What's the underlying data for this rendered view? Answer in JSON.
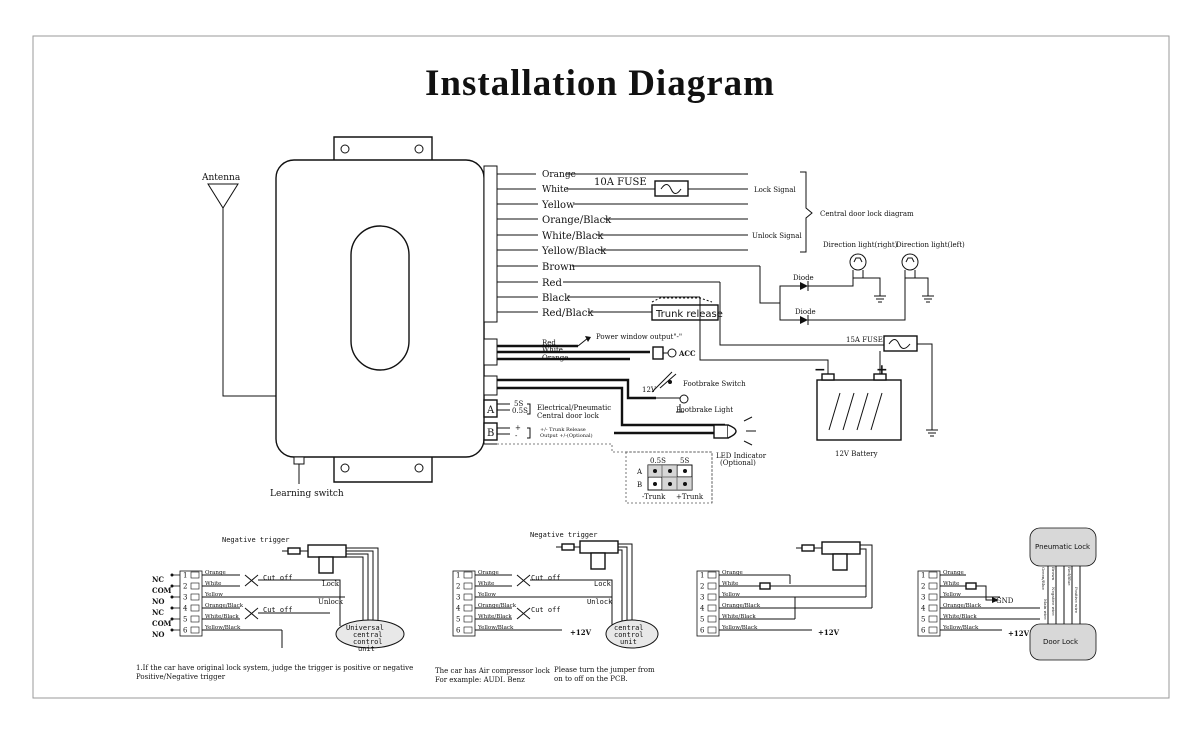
{
  "title": "Installation Diagram",
  "antenna": "Antenna",
  "learning_switch": "Learning switch",
  "wires": {
    "orange": "Orange",
    "white": "White",
    "yellow": "Yellow",
    "orange_black": "Orange/Black",
    "white_black": "White/Black",
    "yellow_black": "Yellow/Black",
    "brown": "Brown",
    "red": "Red",
    "black": "Black",
    "red_black": "Red/Black"
  },
  "fuse_10a": "10A FUSE",
  "lock_signal": "Lock Signal",
  "unlock_signal": "Unlock Signal",
  "central_door_lock_diagram": "Central door lock diagram",
  "direction_right": "Direction light(right)",
  "direction_left": "Direction light(left)",
  "diode": "Diode",
  "trunk_release": "Trunk release",
  "fuse_15a": "15A FUSE",
  "battery": "12V Battery",
  "power_window": {
    "red": "Red",
    "white": "White",
    "orange": "Orange",
    "output": "Power window output\"-\"",
    "acc": "ACC"
  },
  "footbrake_switch": "Footbrake Switch",
  "footbrake_light": "Footbrake Light",
  "v12": "12V",
  "connector_a": "A",
  "connector_b": "B",
  "a_opt1": "5S",
  "a_opt2": "0.5S",
  "a_label1": "Electrical/Pneumatic",
  "a_label2": "Central door lock",
  "b_opt1": "+",
  "b_opt2": "-",
  "b_label1": "+/- Trunk Release",
  "b_label2": "Output +/-(Optional)",
  "led_indicator": "LED Indicator",
  "led_optional": "(Optional)",
  "jumper": {
    "col1": "0.5S",
    "col2": "5S",
    "row_a": "A",
    "row_b": "B",
    "trunk_neg": "-Trunk",
    "trunk_pos": "+Trunk"
  },
  "neg_trigger": "Negative trigger",
  "nc": "NC",
  "com": "COM",
  "no": "NO",
  "pins": [
    "1",
    "2",
    "3",
    "4",
    "5",
    "6"
  ],
  "pin_wires": [
    "Orange",
    "White",
    "Yellow",
    "Orange/Black",
    "White/Black",
    "Yellow/Black"
  ],
  "cut_off": "Cut off",
  "lock": "Lock",
  "unlock": "Unlock",
  "ccu": [
    "Universal",
    "central",
    "control",
    "unit"
  ],
  "ccu2": [
    "central",
    "control",
    "unit"
  ],
  "plus12v": "+12V",
  "gnd": "GND",
  "pneumatic_lock": "Pneumatic Lock",
  "door_lock": "Door Lock",
  "pneu_wires": [
    "Green/Blue",
    "Brown",
    "Negative wire",
    "Main wire",
    "Red/Blue",
    "Positive wire"
  ],
  "note1_line1": "1.If the car have original lock system, judge the trigger is positive or negative",
  "note1_line2": "Positive/Negative  trigger",
  "note2_line1": "The car has Air compressor lock",
  "note2_line2": "For example: AUDI. Benz",
  "note3_line1": "Please turn the jumper from",
  "note3_line2": "on to off on the PCB."
}
